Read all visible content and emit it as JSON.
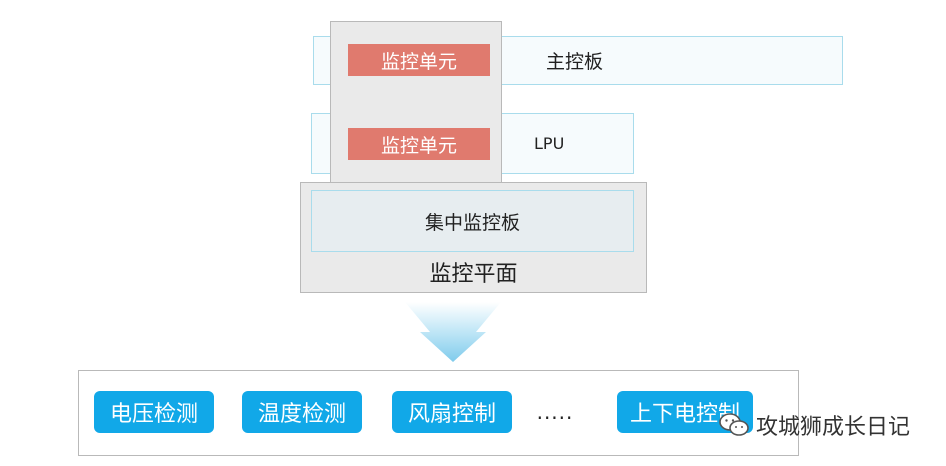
{
  "boards": {
    "main_board_label": "主控板",
    "lpu_label": "LPU",
    "monitor_unit_label": "监控单元",
    "central_board_label": "集中监控板",
    "plane_label": "监控平面"
  },
  "functions": {
    "items": [
      "电压检测",
      "温度检测",
      "风扇控制",
      "上下电控制"
    ],
    "ellipsis": "....."
  },
  "watermark": {
    "text": "攻城狮成长日记",
    "icon": "wechat-icon"
  },
  "colors": {
    "monitor_unit": "#e07a6e",
    "function_button": "#11a8e8",
    "board_border": "#a9dcec",
    "plane_fill": "#eaeaea"
  }
}
